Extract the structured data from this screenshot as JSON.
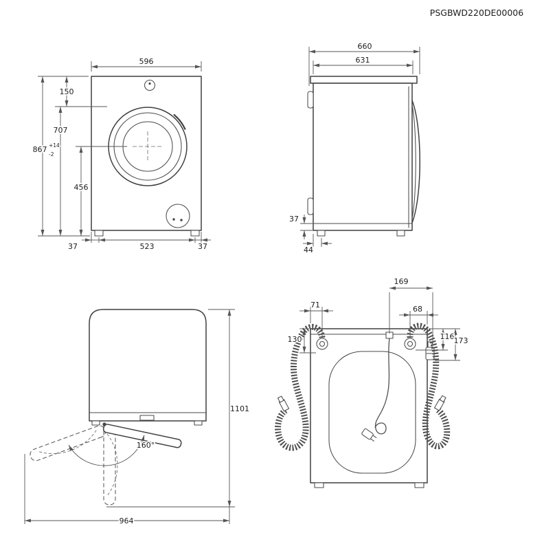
{
  "title_code": "PSGBWD220DE00006",
  "front_view": {
    "width": "596",
    "top_offset": "150",
    "door_top_height": "707",
    "total_height": "867",
    "tol_plus": "+14",
    "tol_minus": "-2",
    "door_center_height": "456",
    "feet_distance": "523",
    "foot_offset_left": "37",
    "foot_offset_right": "37"
  },
  "side_view": {
    "total_depth": "660",
    "body_depth": "631",
    "plinth_height": "37",
    "foot_offset": "44"
  },
  "door_view": {
    "opening_angle": "160°",
    "total_height": "1101",
    "depth_door_open": "964"
  },
  "rear_view": {
    "top_right_span": "169",
    "left_connector_offset": "71",
    "right_connector_offset": "68",
    "left_connector_depth": "130",
    "right_connector_depth_1": "116",
    "right_connector_depth_2": "173"
  }
}
